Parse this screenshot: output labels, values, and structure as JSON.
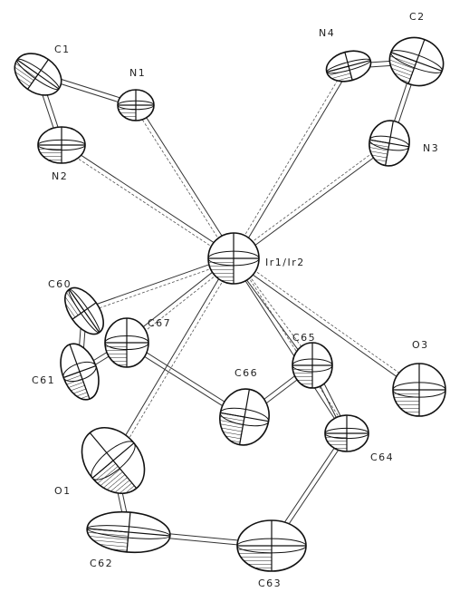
{
  "figure": {
    "atoms": [
      {
        "id": "C1",
        "label": "C1"
      },
      {
        "id": "N1",
        "label": "N1"
      },
      {
        "id": "N2",
        "label": "N2"
      },
      {
        "id": "N4",
        "label": "N4"
      },
      {
        "id": "C2",
        "label": "C2"
      },
      {
        "id": "N3",
        "label": "N3"
      },
      {
        "id": "Ir",
        "label": "Ir1/Ir2"
      },
      {
        "id": "C60",
        "label": "C60"
      },
      {
        "id": "C67",
        "label": "C67"
      },
      {
        "id": "C61",
        "label": "C61"
      },
      {
        "id": "C66",
        "label": "C66"
      },
      {
        "id": "C65",
        "label": "C65"
      },
      {
        "id": "O3",
        "label": "O3"
      },
      {
        "id": "C64",
        "label": "C64"
      },
      {
        "id": "O1",
        "label": "O1"
      },
      {
        "id": "C62",
        "label": "C62"
      },
      {
        "id": "C63",
        "label": "C63"
      }
    ],
    "bonds": [
      [
        "Ir",
        "N1"
      ],
      [
        "Ir",
        "N2"
      ],
      [
        "Ir",
        "N4"
      ],
      [
        "Ir",
        "N3"
      ],
      [
        "Ir",
        "O3"
      ],
      [
        "Ir",
        "O1"
      ],
      [
        "Ir",
        "C60"
      ],
      [
        "Ir",
        "C67"
      ],
      [
        "Ir",
        "C65"
      ],
      [
        "Ir",
        "C64"
      ],
      [
        "C1",
        "N1"
      ],
      [
        "C1",
        "N2"
      ],
      [
        "C2",
        "N4"
      ],
      [
        "C2",
        "N3"
      ],
      [
        "C60",
        "C61"
      ],
      [
        "C67",
        "C66"
      ],
      [
        "C66",
        "C65"
      ],
      [
        "C65",
        "C64"
      ],
      [
        "C64",
        "C63"
      ],
      [
        "C63",
        "C62"
      ],
      [
        "C62",
        "O1"
      ],
      [
        "C61",
        "C67"
      ]
    ]
  }
}
